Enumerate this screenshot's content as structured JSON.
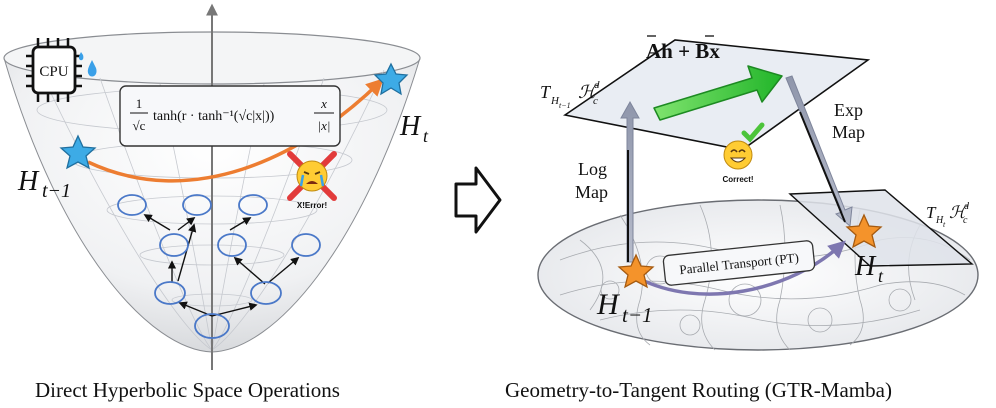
{
  "left_panel": {
    "cpu_label": "CPU",
    "formula": {
      "coefficient_num": "1",
      "coefficient_den": "√c",
      "body": "tanh(r · tanh⁻¹(√c|x|))",
      "frac_num": "x",
      "frac_den": "|x|"
    },
    "h_t": {
      "base": "H",
      "sub": "t"
    },
    "h_t_minus_1": {
      "base": "H",
      "sub": "t−1"
    },
    "error_label": "X!Error!",
    "caption": "Direct Hyperbolic Space Operations"
  },
  "right_panel": {
    "plane_formula": "Ah + Bx",
    "tangent_top": {
      "T": "T",
      "sub": "H",
      "subsub": "t−1",
      "calH": "ℋ",
      "c": "c",
      "d": "d"
    },
    "tangent_right": {
      "T": "T",
      "sub": "H",
      "subsub": "t",
      "calH": "ℋ",
      "c": "c",
      "d": "d"
    },
    "log_map": [
      "Log",
      "Map"
    ],
    "exp_map": [
      "Exp",
      "Map"
    ],
    "correct_label": "Correct!",
    "parallel_transport": "Parallel Transport (PT)",
    "h_t": {
      "base": "H",
      "sub": "t"
    },
    "h_t_minus_1": {
      "base": "H",
      "sub": "t−1"
    },
    "caption": "Geometry-to-Tangent Routing  (GTR-Mamba)"
  },
  "colors": {
    "orange_path": "#ed7d31",
    "node_blue": "#4a78c8",
    "green_arrow": "#3ccf3c",
    "purple_path": "#7e77b0",
    "plane_fill": "#e9edf3"
  }
}
